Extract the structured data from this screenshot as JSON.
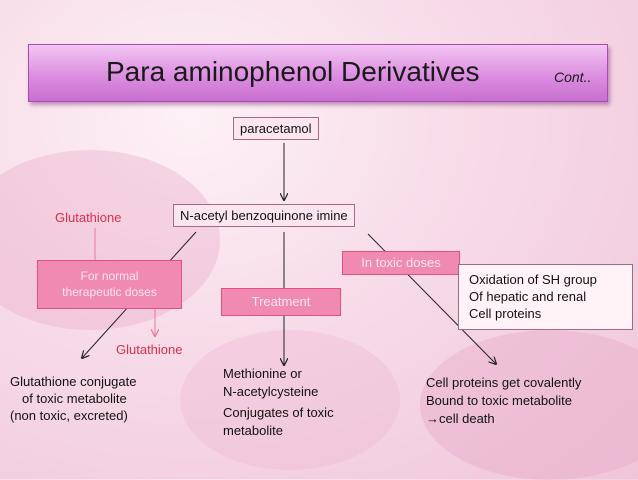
{
  "title": {
    "main": "Para aminophenol Derivatives",
    "cont": "Cont.."
  },
  "nodes": {
    "paracetamol": "paracetamol",
    "napqi": "N-acetyl benzoquinone imine",
    "glutathione_top": "Glutathione",
    "glutathione_bottom": "Glutathione"
  },
  "boxes": {
    "normal_line1": "For normal",
    "normal_line2": "therapeutic doses",
    "treatment": "Treatment",
    "toxic": "In toxic doses"
  },
  "oxidation": [
    "Oxidation of SH group",
    "Of hepatic and renal",
    "Cell proteins"
  ],
  "outcomes": {
    "conjugate": [
      "Glutathione conjugate",
      "of toxic metabolite",
      "(non toxic, excreted)"
    ],
    "treatment": [
      "Methionine or",
      "N-acetylcysteine",
      "Conjugates of toxic",
      "metabolite"
    ],
    "cell_death": [
      "Cell proteins get covalently",
      "Bound to toxic metabolite",
      "→cell death"
    ]
  }
}
